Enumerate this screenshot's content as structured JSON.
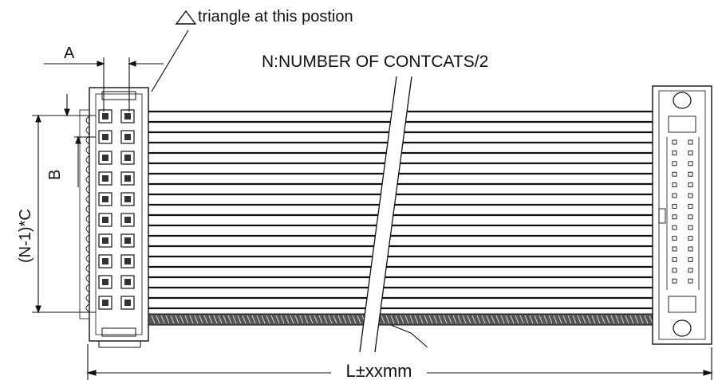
{
  "labels": {
    "triangle_note": "triangle at this postion",
    "contacts_note": "N:NUMBER OF CONTCATS/2",
    "dim_a": "A",
    "dim_b": "B",
    "dim_pitch": "(N-1)*C",
    "length": "L±xxmm"
  },
  "icons": {
    "triangle_marker": "triangle-outline-icon"
  },
  "colors": {
    "line": "#111111",
    "background": "#ffffff"
  }
}
